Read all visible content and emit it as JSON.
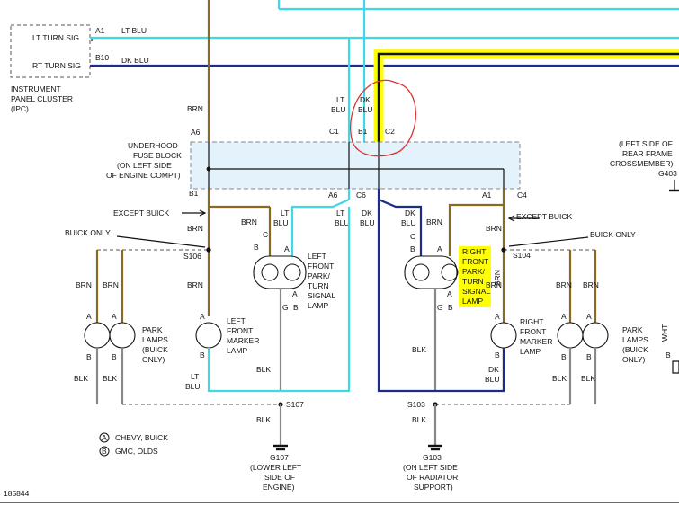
{
  "ipc": {
    "lt_turn_label": "LT TURN SIG",
    "rt_turn_label": "RT TURN SIG",
    "pin_a1": "A1",
    "pin_b10": "B10",
    "wire_lt_blu": "LT BLU",
    "wire_dk_blu": "DK BLU",
    "name_line1": "INSTRUMENT",
    "name_line2": "PANEL CLUSTER",
    "name_line3": "(IPC)"
  },
  "fuse_block": {
    "line1": "UNDERHOOD",
    "line2": "FUSE BLOCK",
    "line3": "(ON LEFT SIDE",
    "line4": "OF ENGINE COMPT)",
    "pins": {
      "a6_top": "A6",
      "c1": "C1",
      "b1_top": "B1",
      "c2": "C2",
      "b1_bottom": "B1",
      "a6_bottom": "A6",
      "c6": "C6",
      "a1": "A1",
      "c4": "C4"
    }
  },
  "wire_labels": {
    "brn": "BRN",
    "blk": "BLK",
    "lt": "LT",
    "blu": "BLU",
    "dk": "DK"
  },
  "left_side": {
    "except_buick": "EXCEPT BUICK",
    "buick_only": "BUICK ONLY",
    "splice_s106": "S106",
    "front_turn_lamp": [
      "LEFT",
      "FRONT",
      "PARK/",
      "TURN",
      "SIGNAL",
      "LAMP"
    ],
    "marker_lamp": [
      "LEFT",
      "FRONT",
      "MARKER",
      "LAMP"
    ],
    "park_lamps": [
      "PARK",
      "LAMPS",
      "(BUICK",
      "ONLY)"
    ]
  },
  "right_side": {
    "except_buick": "EXCEPT BUICK",
    "buick_only": "BUICK ONLY",
    "splice_s104": "S104",
    "front_turn_lamp": [
      "RIGHT",
      "FRONT",
      "PARK/",
      "TURN",
      "SIGNAL",
      "LAMP"
    ],
    "marker_lamp": [
      "RIGHT",
      "FRONT",
      "MARKER",
      "LAMP"
    ],
    "park_lamps": [
      "PARK",
      "LAMPS",
      "(BUICK",
      "ONLY)"
    ]
  },
  "pins": {
    "a": "A",
    "b": "B",
    "c": "C",
    "g": "G"
  },
  "splices": {
    "s107": "S107",
    "s103": "S103"
  },
  "grounds": {
    "g107": [
      "G107",
      "(LOWER LEFT",
      "SIDE OF",
      "ENGINE)"
    ],
    "g103": [
      "G103",
      "(ON LEFT SIDE",
      "OF RADIATOR",
      "SUPPORT)"
    ],
    "g403": [
      "(LEFT SIDE OF",
      "REAR FRAME",
      "CROSSMEMBER)",
      "G403"
    ],
    "wht": "WHT"
  },
  "legend": {
    "a_symbol": "A",
    "a_text": "CHEVY, BUICK",
    "b_symbol": "B",
    "b_text": "GMC, OLDS"
  },
  "figure_number": "185844",
  "colors": {
    "brown": "#8a6a1e",
    "black_wire": "#888888",
    "light_blue": "#3fd8e6",
    "dark_blue": "#1c2b8c",
    "highlight": "#ffff00",
    "annotation_red": "#e03030",
    "fuse_fill": "#e4f2fb"
  }
}
